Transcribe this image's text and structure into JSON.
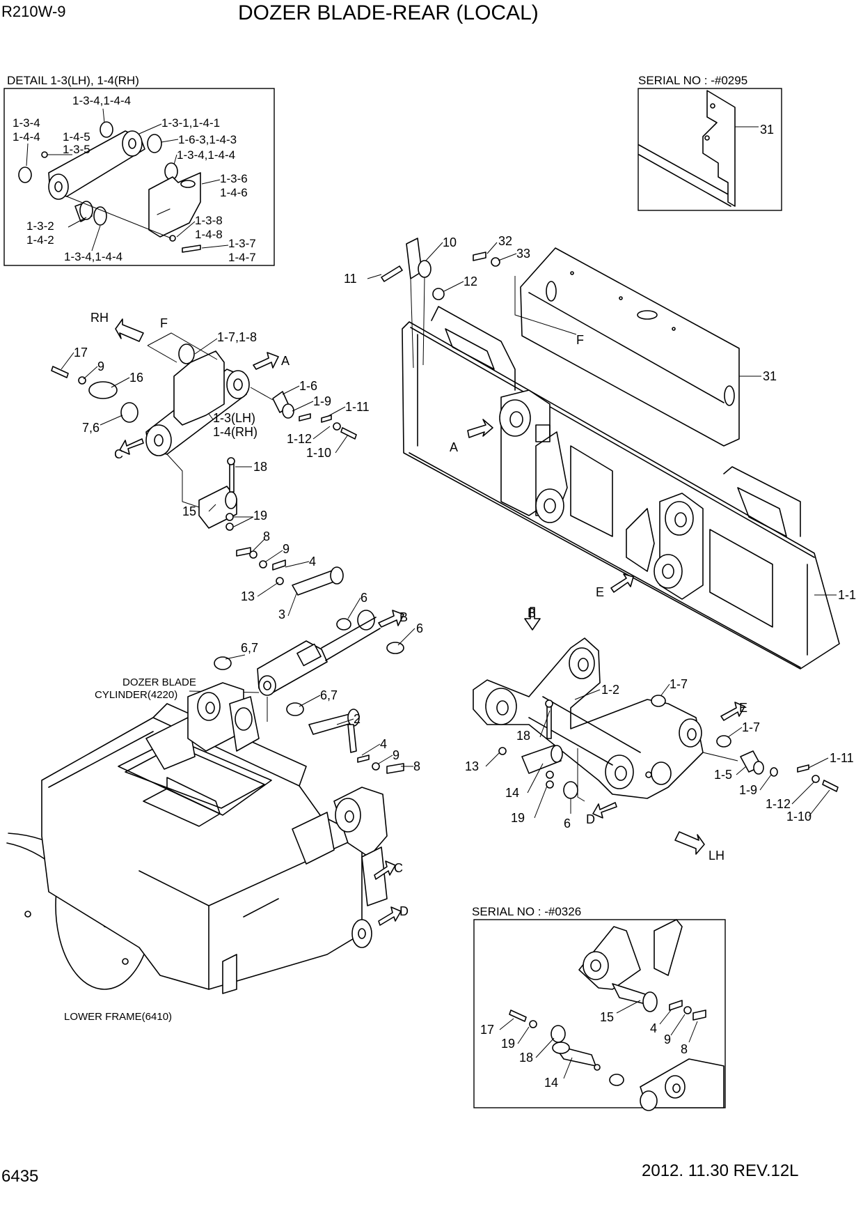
{
  "header": {
    "model": "R210W-9",
    "title": "DOZER BLADE-REAR (LOCAL)"
  },
  "footer": {
    "page_number": "6435",
    "revision": "2012. 11.30  REV.12L"
  },
  "insets": {
    "detail_title": "DETAIL 1-3(LH), 1-4(RH)",
    "serial_top": "SERIAL NO : -#0295",
    "serial_bottom": "SERIAL NO : -#0326"
  },
  "notes": {
    "cylinder_line1": "DOZER BLADE",
    "cylinder_line2": "CYLINDER(4220)",
    "lower_frame": "LOWER FRAME(6410)"
  },
  "views": {
    "A": "A",
    "B": "B",
    "C": "C",
    "D": "D",
    "E": "E",
    "F": "F",
    "RH": "RH",
    "LH": "LH"
  },
  "callouts": {
    "detail": [
      "1-3-4,1-4-4",
      "1-3-1,1-4-1",
      "1-3-4",
      "1-4-4",
      "1-4-5",
      "1-3-5",
      "1-6-3,1-4-3",
      "1-3-4,1-4-4",
      "1-3-6",
      "1-4-6",
      "1-3-2",
      "1-4-2",
      "1-3-8",
      "1-4-8",
      "1-3-7",
      "1-4-7",
      "1-3-4,1-4-4"
    ],
    "serial_top": [
      "31"
    ],
    "blade": [
      "10",
      "32",
      "33",
      "11",
      "12",
      "31",
      "F",
      "1-1"
    ],
    "link_rh": [
      "F",
      "1-7,1-8",
      "17",
      "9",
      "16",
      "7,6",
      "1-6",
      "1-9",
      "1-11",
      "1-3(LH)",
      "1-4(RH)",
      "1-12",
      "1-10",
      "18",
      "15",
      "19"
    ],
    "cylinder": [
      "8",
      "9",
      "4",
      "13",
      "3",
      "6",
      "6",
      "6,7",
      "6,7",
      "2",
      "4",
      "9",
      "8"
    ],
    "link_lh": [
      "1-2",
      "1-7",
      "1-7",
      "18",
      "13",
      "14",
      "19",
      "6",
      "1-5",
      "1-9",
      "1-11",
      "1-12",
      "1-10"
    ],
    "serial_bottom": [
      "15",
      "17",
      "19",
      "4",
      "9",
      "8",
      "18",
      "14"
    ]
  }
}
